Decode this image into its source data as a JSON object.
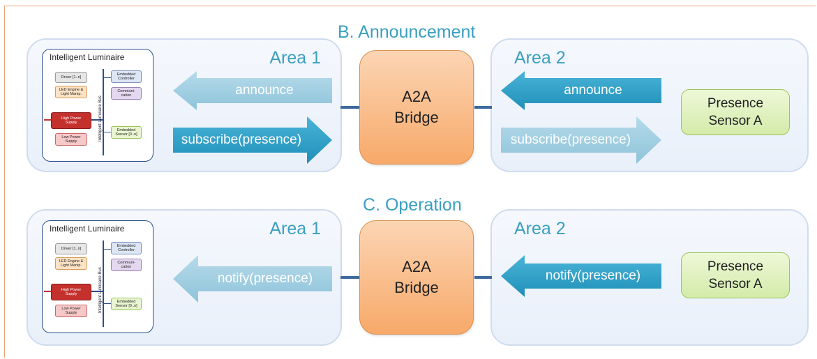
{
  "sections": [
    {
      "title": "B. Announcement",
      "left_area": "Area 1",
      "right_area": "Area 2",
      "bridge": [
        "A2A",
        "Bridge"
      ],
      "sensor": [
        "Presence",
        "Sensor A"
      ],
      "arrows": {
        "left_top": "announce",
        "left_bottom": "subscribe(presence)",
        "right_top": "announce",
        "right_bottom": "subscribe(presence)"
      }
    },
    {
      "title": "C. Operation",
      "left_area": "Area 1",
      "right_area": "Area 2",
      "bridge": [
        "A2A",
        "Bridge"
      ],
      "sensor": [
        "Presence",
        "Sensor A"
      ],
      "arrows": {
        "left": "notify(presence)",
        "right": "notify(presence)"
      }
    }
  ],
  "luminaire": {
    "title": "Intelligent Luminaire",
    "driver": "Driver [1..n]",
    "led_engine": [
      "LED Engine &",
      "Light Manip."
    ],
    "high_power": [
      "High Power",
      "Supply"
    ],
    "low_power": [
      "Low Power",
      "Supply"
    ],
    "embedded_controller": [
      "Embedded",
      "Controller"
    ],
    "communication": [
      "Communi-",
      "cation"
    ],
    "embedded_sensor": [
      "Embedded",
      "Sensor [0..n]"
    ],
    "bus_label": "Intelligent Luminaire Bus"
  },
  "colors": {
    "title": "#3a9fc0",
    "arrow_active": "#2e9fc6",
    "arrow_faded": "#9ccbe0",
    "bridge": "#f7a969",
    "sensor": "#d3ebaa",
    "frame": "#e8a27a"
  }
}
